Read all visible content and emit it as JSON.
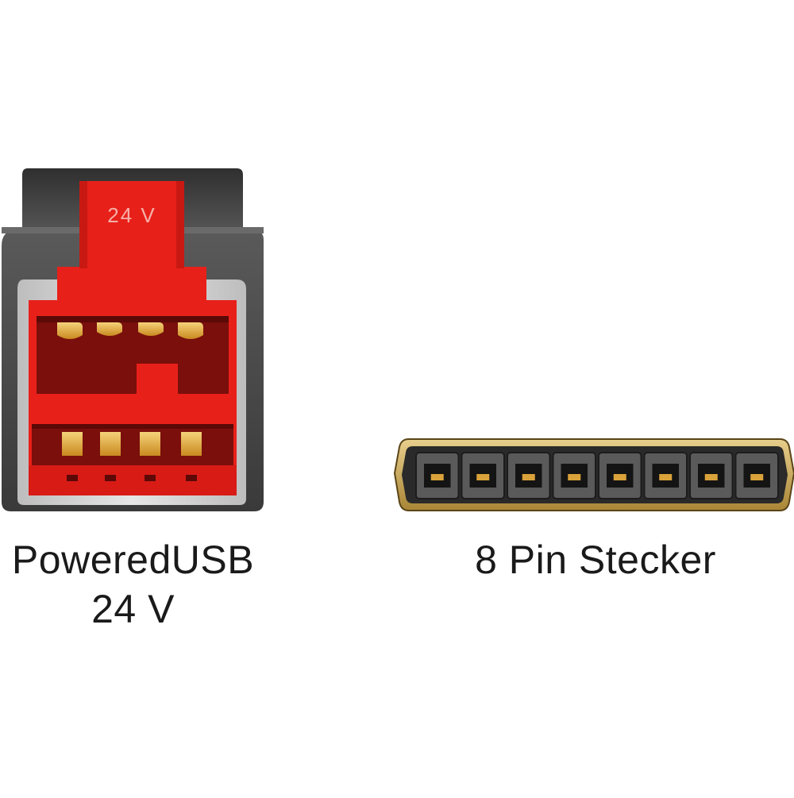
{
  "connectors": {
    "powered_usb": {
      "plug_label": "24 V",
      "caption_line1": "PoweredUSB",
      "caption_line2": "24 V",
      "icon": "powered-usb-24v-connector-icon",
      "colors": {
        "housing": "#4a4a4a",
        "plug": "#e8201a",
        "contacts": "#e0a73a"
      }
    },
    "pin_header": {
      "caption": "8 Pin Stecker",
      "pin_count": 8,
      "icon": "8-pin-connector-icon",
      "colors": {
        "frame": "#c9a65a",
        "body": "#3c3c3c",
        "pins": "#d9a23a"
      }
    }
  }
}
